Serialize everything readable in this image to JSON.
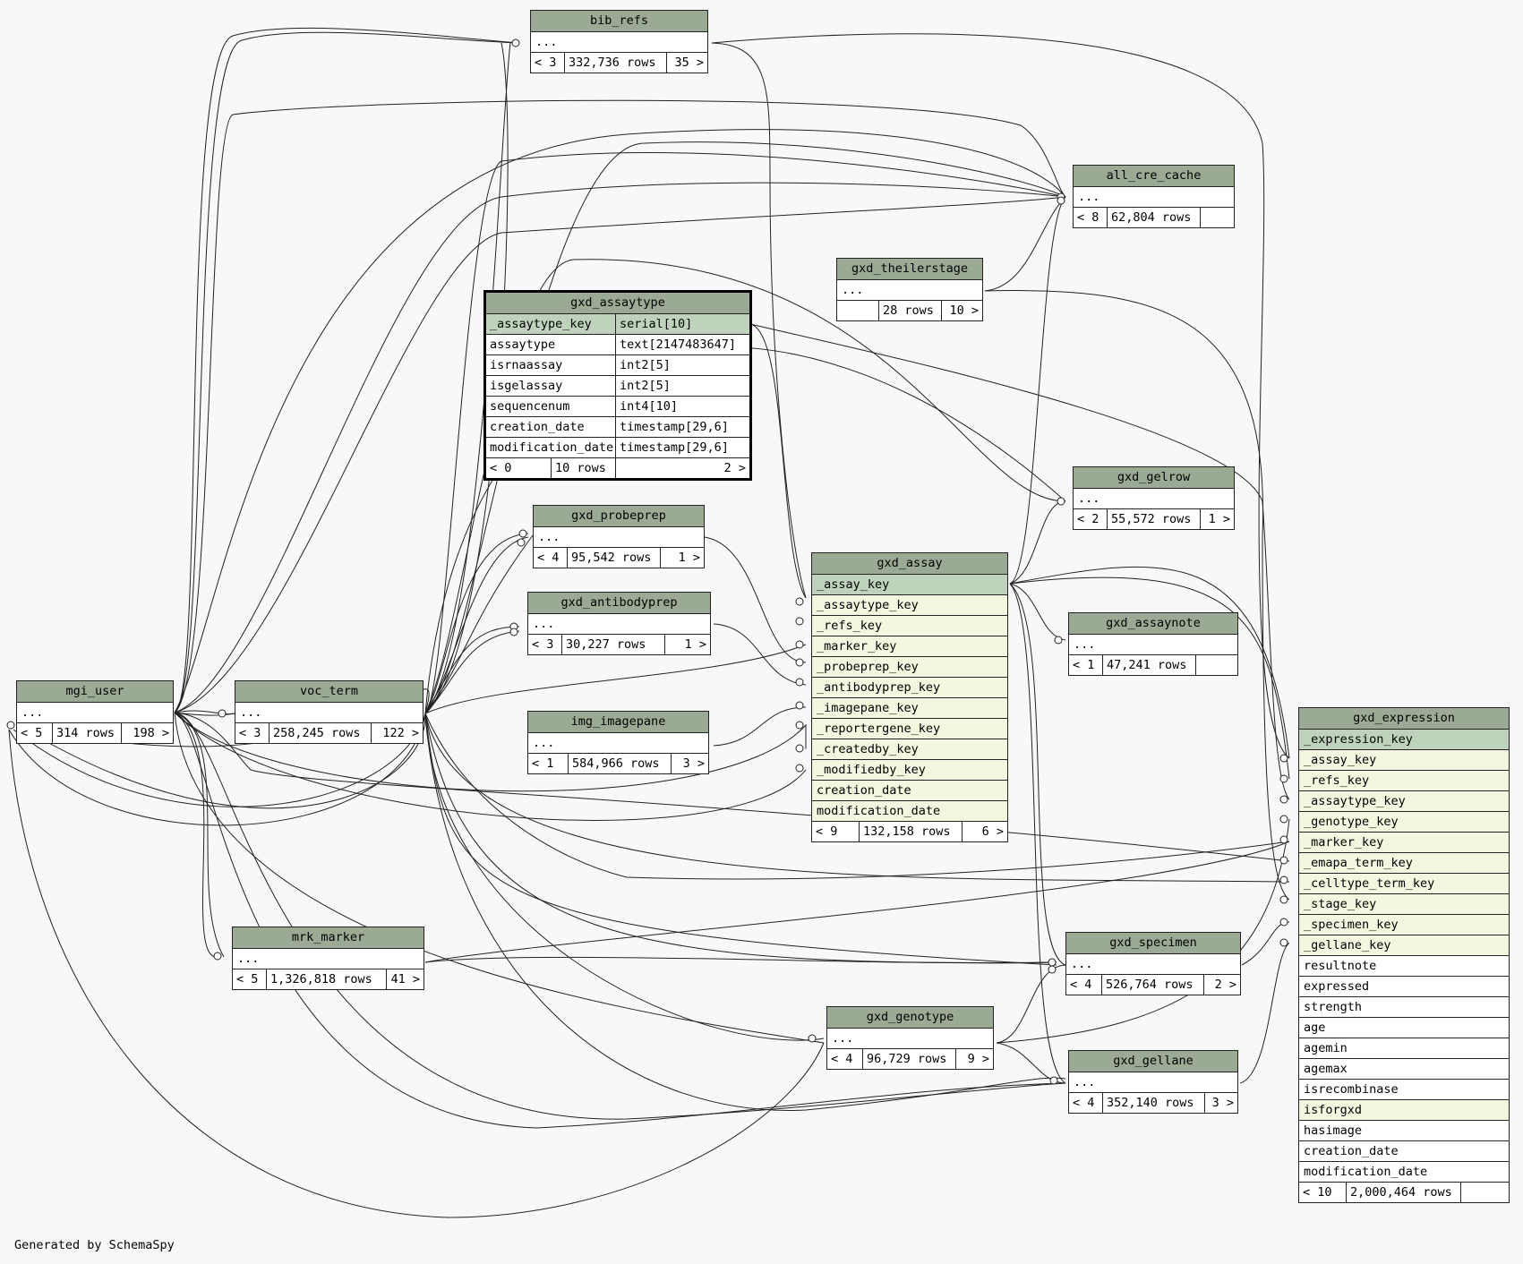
{
  "footer": "Generated by SchemaSpy",
  "tables": {
    "bib_refs": {
      "name": "bib_refs",
      "rows": [
        "..."
      ],
      "parents": "< 3",
      "count": "332,736 rows",
      "children": "35 >"
    },
    "all_cre_cache": {
      "name": "all_cre_cache",
      "rows": [
        "..."
      ],
      "parents": "< 8",
      "count": "62,804 rows",
      "children": ""
    },
    "gxd_theilerstage": {
      "name": "gxd_theilerstage",
      "rows": [
        "..."
      ],
      "parents": "",
      "count": "28 rows",
      "children": "10 >"
    },
    "gxd_assaytype": {
      "name": "gxd_assaytype",
      "columns": [
        {
          "name": "_assaytype_key",
          "type": "serial[10]"
        },
        {
          "name": "assaytype",
          "type": "text[2147483647]"
        },
        {
          "name": "isrnaassay",
          "type": "int2[5]"
        },
        {
          "name": "isgelassay",
          "type": "int2[5]"
        },
        {
          "name": "sequencenum",
          "type": "int4[10]"
        },
        {
          "name": "creation_date",
          "type": "timestamp[29,6]"
        },
        {
          "name": "modification_date",
          "type": "timestamp[29,6]"
        }
      ],
      "parents": "< 0",
      "count": "10 rows",
      "children": "2 >"
    },
    "gxd_gelrow": {
      "name": "gxd_gelrow",
      "rows": [
        "..."
      ],
      "parents": "< 2",
      "count": "55,572 rows",
      "children": "1 >"
    },
    "gxd_probeprep": {
      "name": "gxd_probeprep",
      "rows": [
        "..."
      ],
      "parents": "< 4",
      "count": "95,542 rows",
      "children": "1 >"
    },
    "gxd_antibodyprep": {
      "name": "gxd_antibodyprep",
      "rows": [
        "..."
      ],
      "parents": "< 3",
      "count": "30,227 rows",
      "children": "1 >"
    },
    "gxd_assay": {
      "name": "gxd_assay",
      "rows": [
        "_assay_key",
        "_assaytype_key",
        "_refs_key",
        "_marker_key",
        "_probeprep_key",
        "_antibodyprep_key",
        "_imagepane_key",
        "_reportergene_key",
        "_createdby_key",
        "_modifiedby_key",
        "creation_date",
        "modification_date"
      ],
      "parents": "< 9",
      "count": "132,158 rows",
      "children": "6 >"
    },
    "gxd_assaynote": {
      "name": "gxd_assaynote",
      "rows": [
        "..."
      ],
      "parents": "< 1",
      "count": "47,241 rows",
      "children": ""
    },
    "img_imagepane": {
      "name": "img_imagepane",
      "rows": [
        "..."
      ],
      "parents": "< 1",
      "count": "584,966 rows",
      "children": "3 >"
    },
    "mgi_user": {
      "name": "mgi_user",
      "rows": [
        "..."
      ],
      "parents": "< 5",
      "count": "314 rows",
      "children": "198 >"
    },
    "voc_term": {
      "name": "voc_term",
      "rows": [
        "..."
      ],
      "parents": "< 3",
      "count": "258,245 rows",
      "children": "122 >"
    },
    "gxd_expression": {
      "name": "gxd_expression",
      "rows": [
        "_expression_key",
        "_assay_key",
        "_refs_key",
        "_assaytype_key",
        "_genotype_key",
        "_marker_key",
        "_emapa_term_key",
        "_celltype_term_key",
        "_stage_key",
        "_specimen_key",
        "_gellane_key",
        "resultnote",
        "expressed",
        "strength",
        "age",
        "agemin",
        "agemax",
        "isrecombinase",
        "isforgxd",
        "hasimage",
        "creation_date",
        "modification_date"
      ],
      "parents": "< 10",
      "count": "2,000,464 rows",
      "children": ""
    },
    "mrk_marker": {
      "name": "mrk_marker",
      "rows": [
        "..."
      ],
      "parents": "< 5",
      "count": "1,326,818 rows",
      "children": "41 >"
    },
    "gxd_specimen": {
      "name": "gxd_specimen",
      "rows": [
        "..."
      ],
      "parents": "< 4",
      "count": "526,764 rows",
      "children": "2 >"
    },
    "gxd_genotype": {
      "name": "gxd_genotype",
      "rows": [
        "..."
      ],
      "parents": "< 4",
      "count": "96,729 rows",
      "children": "9 >"
    },
    "gxd_gellane": {
      "name": "gxd_gellane",
      "rows": [
        "..."
      ],
      "parents": "< 4",
      "count": "352,140 rows",
      "children": "3 >"
    }
  }
}
